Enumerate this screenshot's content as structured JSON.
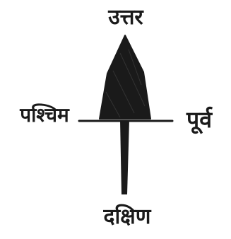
{
  "directions": {
    "north": "उत्तर",
    "south": "दक्षिण",
    "east": "पूर्व",
    "west": "पश्चिम"
  },
  "colors": {
    "ink": "#1a1a1a",
    "background": "#ffffff"
  }
}
